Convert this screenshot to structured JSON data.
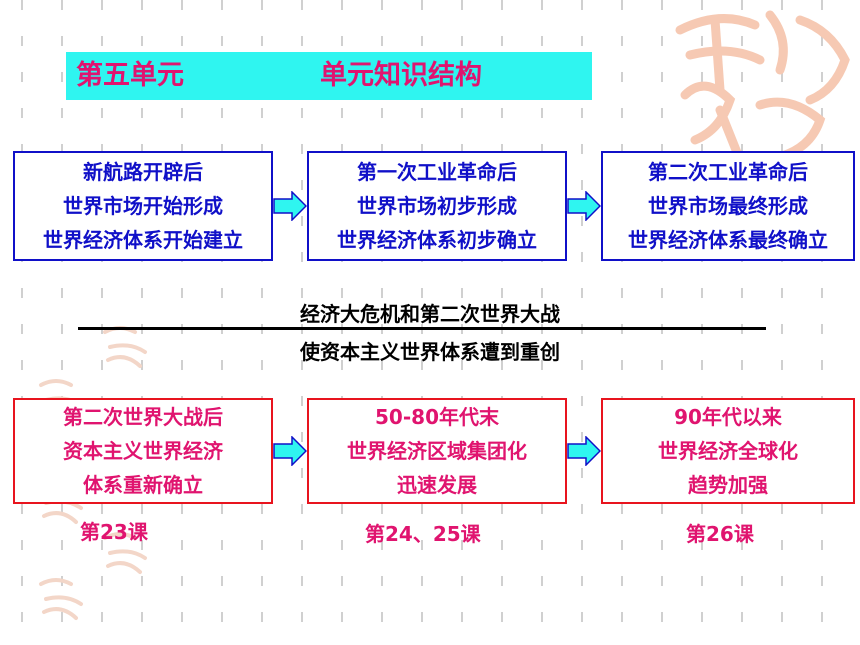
{
  "title": {
    "unit": "第五单元",
    "heading": "单元知识结构"
  },
  "top_row": [
    {
      "lines": [
        "新航路开辟后",
        "世界市场开始形成",
        "世界经济体系开始建立"
      ]
    },
    {
      "lines": [
        "第一次工业革命后",
        "世界市场初步形成",
        "世界经济体系初步确立"
      ]
    },
    {
      "lines": [
        "第二次工业革命后",
        "世界市场最终形成",
        "世界经济体系最终确立"
      ]
    }
  ],
  "middle": {
    "line1": "经济大危机和第二次世界大战",
    "line2": "使资本主义世界体系遭到重创"
  },
  "bottom_row": [
    {
      "lines": [
        "第二次世界大战后",
        "资本主义世界经济",
        "体系重新确立"
      ],
      "lesson": "第23课"
    },
    {
      "lines": [
        "50-80年代末",
        "世界经济区域集团化",
        "迅速发展"
      ],
      "lesson": "第24、25课"
    },
    {
      "lines": [
        "90年代以来",
        "世界经济全球化",
        "趋势加强"
      ],
      "lesson": "第26课"
    }
  ],
  "colors": {
    "title_bg": "#2ff5f0",
    "title_text": "#e0146f",
    "top_border": "#1010c8",
    "bottom_border": "#e8141e",
    "arrow_fill": "#2ff5f0"
  }
}
